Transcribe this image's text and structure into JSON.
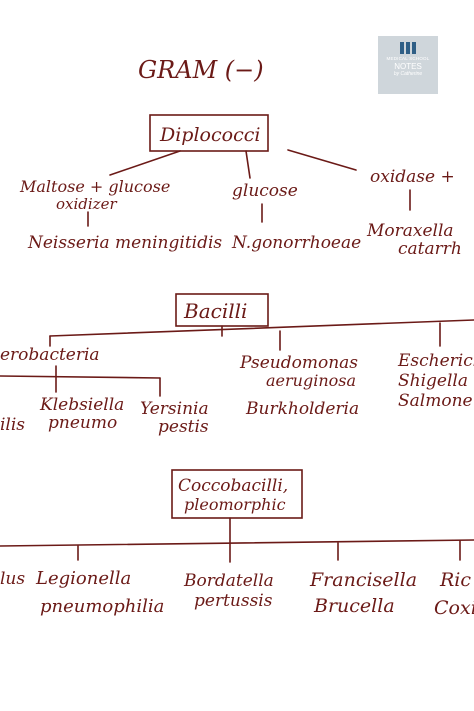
{
  "logo": {
    "line1": "MEDICAL SCHOOL",
    "line2": "NOTES",
    "line3": "by Catherine"
  },
  "title": "GRAM (−)",
  "sections": {
    "diplococci": {
      "heading": "Diplococci",
      "col1_test": "Maltose + glucose",
      "col1_test2": "oxidizer",
      "col1_result": "Neisseria meningitidis",
      "col2_test": "glucose",
      "col2_result": "N.gonorrhoeae",
      "col3_test": "oxidase +",
      "col3_result": "Moraxella",
      "col3_result2": "catarrh"
    },
    "bacilli": {
      "heading": "Bacilli",
      "enterobacteria": "erobacteria",
      "entero_left": "ilis",
      "klebsiella": "Klebsiella",
      "klebsiella2": "pneumo",
      "yersinia": "Yersinia",
      "yersinia2": "pestis",
      "pseudomonas": "Pseudomonas",
      "pseudomonas2": "aeruginosa",
      "burkholderia": "Burkholderia",
      "escherichia": "Escherick",
      "shigella": "Shigella",
      "salmonella": "Salmone"
    },
    "coccobacilli": {
      "heading": "Coccobacilli,",
      "heading2": "pleomorphic",
      "col1_partial": "lus",
      "legionella": "Legionella",
      "legionella2": "pneumophilia",
      "bordatella": "Bordatella",
      "bordatella2": "pertussis",
      "francisella": "Francisella",
      "brucella": "Brucella",
      "rick": "Ric",
      "coxi": "Coxi"
    }
  }
}
